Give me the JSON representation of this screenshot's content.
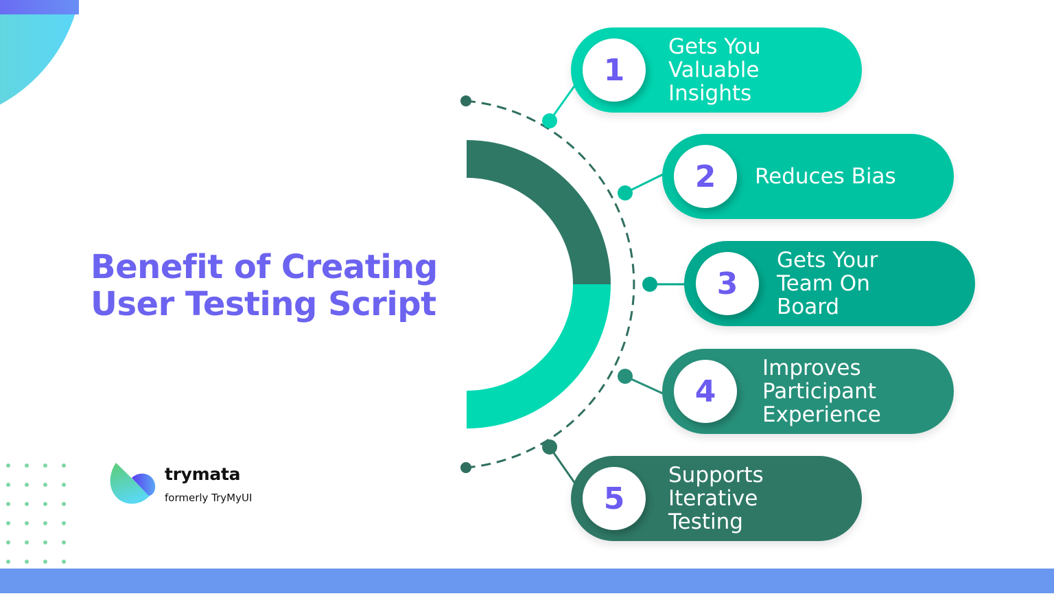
{
  "title": {
    "line1": "Benefit of Creating",
    "line2": "User Testing Script",
    "color": "#6c63f0"
  },
  "items": [
    {
      "number": "1",
      "lines": [
        "Gets You",
        "Valuable",
        "Insights"
      ],
      "color": "#00d4b0"
    },
    {
      "number": "2",
      "lines": [
        "Reduces Bias"
      ],
      "color": "#00c3a2"
    },
    {
      "number": "3",
      "lines": [
        "Gets Your",
        "Team On",
        "Board"
      ],
      "color": "#02a98e"
    },
    {
      "number": "4",
      "lines": [
        "Improves",
        "Participant",
        "Experience"
      ],
      "color": "#27907a"
    },
    {
      "number": "5",
      "lines": [
        "Supports",
        "Iterative",
        "Testing"
      ],
      "color": "#2f7866"
    }
  ],
  "logo": {
    "brand": "trymata",
    "tagline": "formerly TryMyUI"
  },
  "colors": {
    "arc_dark": "#2f7866",
    "arc_light": "#00d9b2",
    "dashed": "#2f6f60",
    "bottom_bar": "#6a97f0",
    "dots": "#7fd6a8"
  }
}
